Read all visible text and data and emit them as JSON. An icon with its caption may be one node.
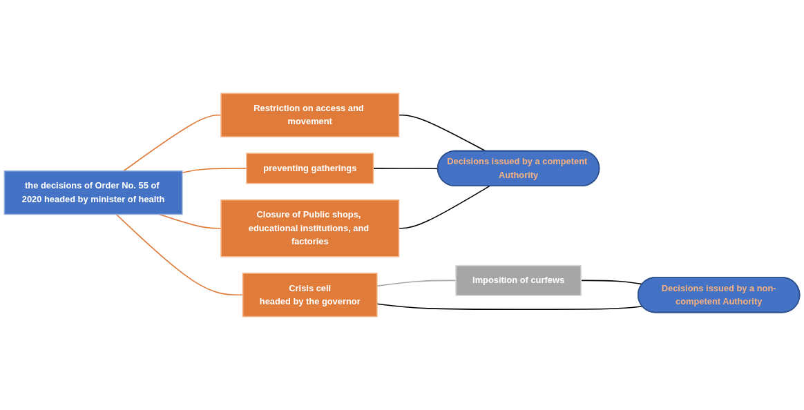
{
  "diagram": {
    "nodes": [
      {
        "text": [
          "the decisions of Order No. 55 of 2020 headed by minister of health"
        ]
      },
      {
        "text": [
          "Restriction on access and movement"
        ]
      },
      {
        "text": [
          "preventing gatherings"
        ]
      },
      {
        "text": [
          "Closure of Public shops, educational institutions, and factories"
        ]
      },
      {
        "text": [
          "Crisis cell",
          "headed by the governor"
        ]
      },
      {
        "text": [
          "Imposition of curfews"
        ]
      },
      {
        "text": [
          "Decisions issued by a competent Authority"
        ]
      },
      {
        "text": [
          "Decisions issued by a non-competent Authority"
        ]
      }
    ],
    "edges": [
      {
        "from": 0,
        "to": 1,
        "arrow": "none",
        "color": "#e07b39"
      },
      {
        "from": 0,
        "to": 2,
        "arrow": "none",
        "color": "#e07b39"
      },
      {
        "from": 0,
        "to": 3,
        "arrow": "none",
        "color": "#e07b39"
      },
      {
        "from": 0,
        "to": 4,
        "arrow": "none",
        "color": "#e07b39"
      },
      {
        "from": 4,
        "to": 5,
        "arrow": "none",
        "color": "#a6a6a6"
      },
      {
        "from": 1,
        "to": 6,
        "arrow": "none"
      },
      {
        "from": 2,
        "to": 6,
        "arrow": "none"
      },
      {
        "from": 3,
        "to": 6,
        "arrow": "none"
      },
      {
        "from": 4,
        "to": 7,
        "arrow": "none"
      },
      {
        "from": 5,
        "to": 7,
        "arrow": "none"
      }
    ]
  }
}
